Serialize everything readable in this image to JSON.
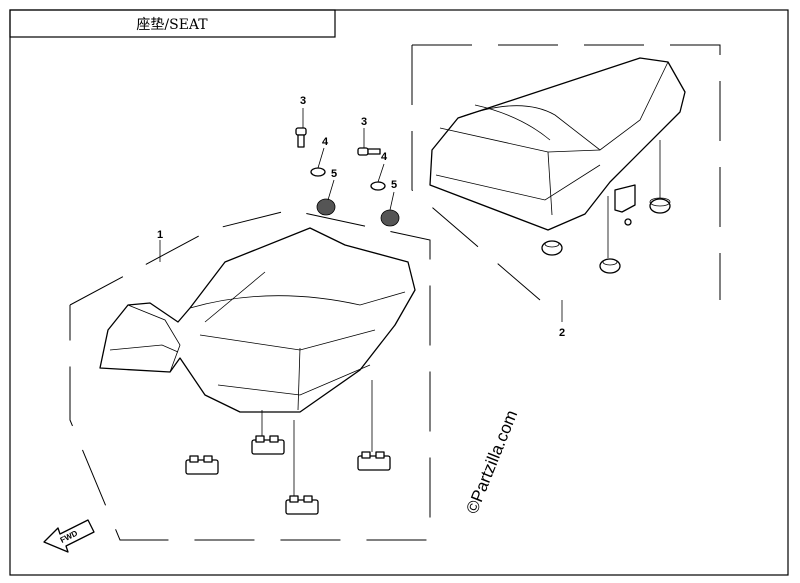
{
  "title": "座垫/SEAT",
  "callouts": {
    "c1": "1",
    "c2": "2",
    "c3a": "3",
    "c3b": "3",
    "c4a": "4",
    "c4b": "4",
    "c5a": "5",
    "c5b": "5"
  },
  "direction_label": "FWD",
  "watermark": "©Partzilla.com"
}
